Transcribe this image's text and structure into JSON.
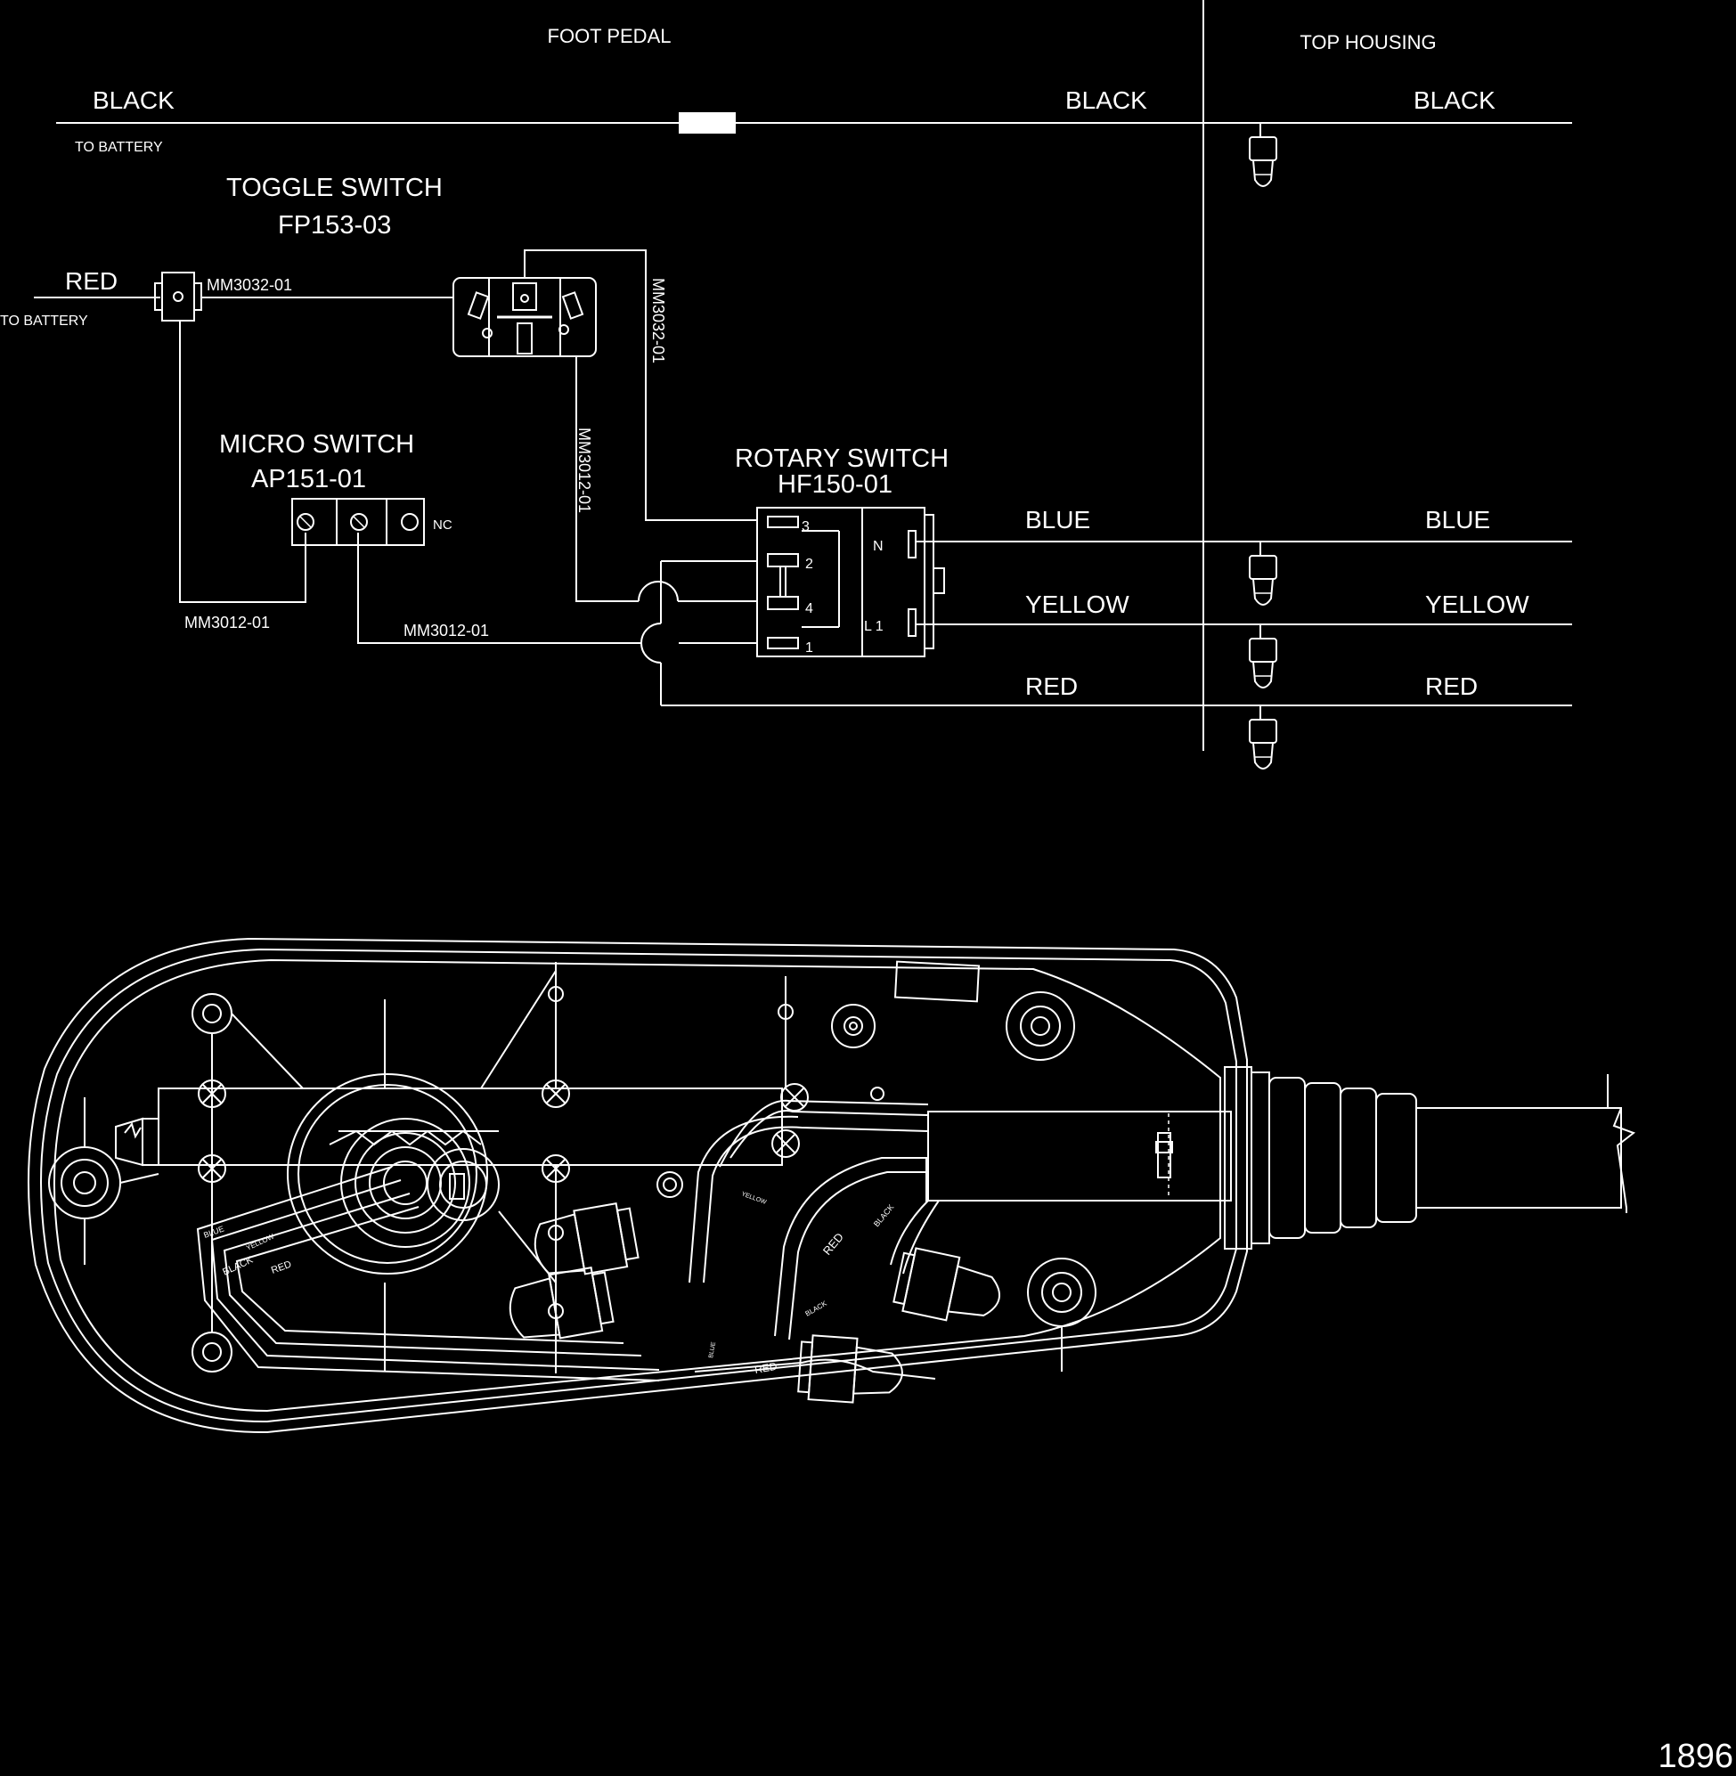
{
  "sections": {
    "foot_pedal": "FOOT PEDAL",
    "top_housing": "TOP HOUSING"
  },
  "wires": {
    "black_left": "BLACK",
    "black_mid": "BLACK",
    "black_right": "BLACK",
    "to_battery_black": "TO BATTERY",
    "red_left": "RED",
    "to_battery_red": "TO BATTERY",
    "blue_left": "BLUE",
    "blue_right": "BLUE",
    "yellow_left": "YELLOW",
    "yellow_right": "YELLOW",
    "red_mid": "RED",
    "red_right": "RED"
  },
  "components": {
    "toggle_switch": {
      "name": "TOGGLE SWITCH",
      "part": "FP153-03"
    },
    "micro_switch": {
      "name": "MICRO SWITCH",
      "part": "AP151-01",
      "nc": "NC"
    },
    "rotary_switch": {
      "name": "ROTARY SWITCH",
      "part": "HF150-01",
      "terminals": [
        "3",
        "2",
        "4",
        "1"
      ],
      "n": "N",
      "l1": "L 1"
    }
  },
  "wire_parts": {
    "mm3032_left": "MM3032-01",
    "mm3032_vertical": "MM3032-01",
    "mm3012_vertical": "MM3012-01",
    "mm3012_bottom_left": "MM3012-01",
    "mm3012_bottom_mid": "MM3012-01"
  },
  "housing_wire_labels": {
    "blue": "BLUE",
    "black_a": "BLACK",
    "red_a": "RED",
    "yellow": "YELLOW",
    "red_b": "RED",
    "black_b": "BLACK",
    "red_c": "RED",
    "black_c": "BLACK",
    "yellow_b": "YELLOW",
    "blue_b": "BLUE"
  },
  "figure_number": "1896",
  "colors": {
    "background": "#000000",
    "line": "#ffffff"
  }
}
